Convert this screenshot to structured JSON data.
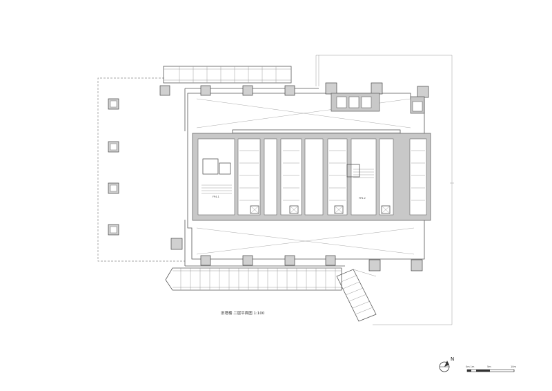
{
  "drawing": {
    "title": "旧塔楼 二层平面图 1:100",
    "north_label": "N",
    "scale_bar": {
      "labels": [
        "0m 1m",
        "5m",
        "10m"
      ]
    },
    "room_labels": [
      "FP4-1",
      "FP4-2"
    ]
  }
}
